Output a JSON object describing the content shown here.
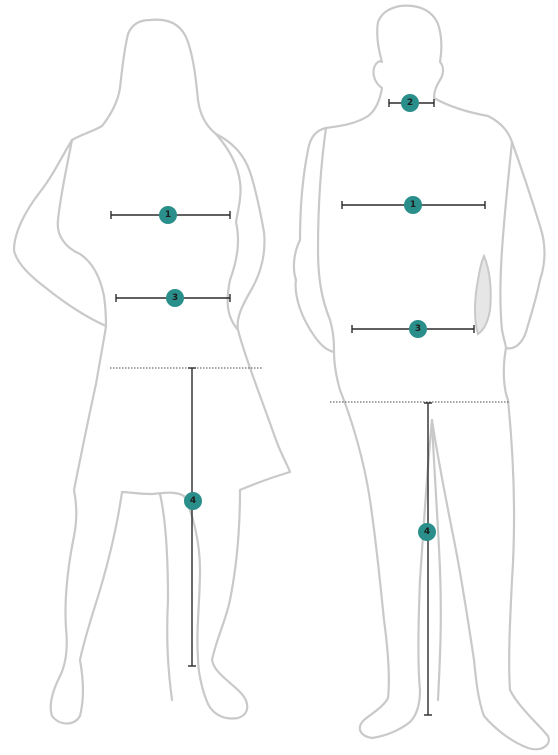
{
  "colors": {
    "badge": "#2a8f8a",
    "badge_text": "#1d1d1d",
    "outline": "#c9c9c9",
    "measure_line": "#2b2b2b"
  },
  "figures": {
    "woman": {
      "markers": {
        "chest": "1",
        "hip": "3",
        "inseam": "4"
      }
    },
    "man": {
      "markers": {
        "neck": "2",
        "chest": "1",
        "waist": "3",
        "inseam": "4"
      }
    }
  }
}
